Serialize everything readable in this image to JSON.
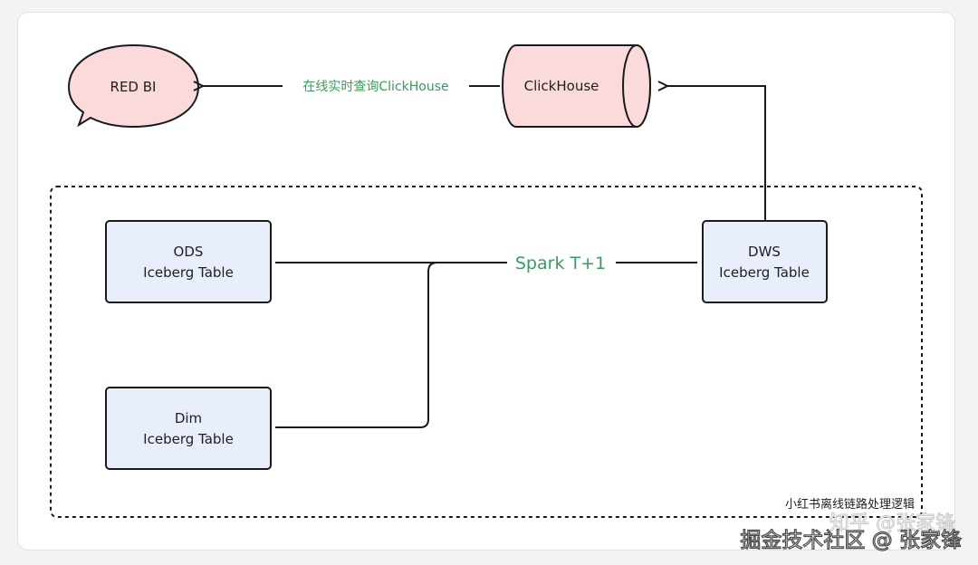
{
  "diagram": {
    "nodes": {
      "red_bi": {
        "label": "RED BI",
        "fill": "#fadadb"
      },
      "clickhouse": {
        "label": "ClickHouse",
        "fill": "#fadadb"
      },
      "ods": {
        "line1": "ODS",
        "line2": "Iceberg Table",
        "fill": "#e8eefb"
      },
      "dws": {
        "line1": "DWS",
        "line2": "Iceberg Table",
        "fill": "#e8eefb"
      },
      "dim": {
        "line1": "Dim",
        "line2": "Iceberg Table",
        "fill": "#e8eefb"
      }
    },
    "edges": {
      "query_label": "在线实时查询ClickHouse",
      "spark_label": "Spark T+1"
    },
    "group_caption": "小红书离线链路处理逻辑",
    "accent_green": "#3b9a5e"
  },
  "watermark": {
    "zhihu": "知乎 @张家锋",
    "juejin": "掘金技术社区 @ 张家锋"
  }
}
